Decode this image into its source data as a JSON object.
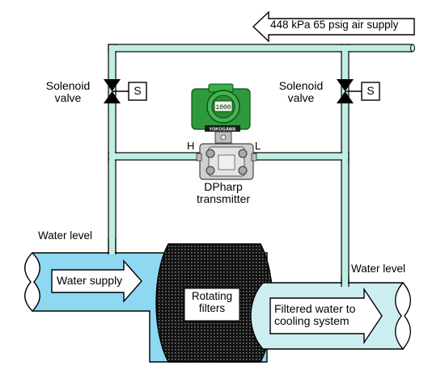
{
  "air_supply": {
    "label": "448 kPa 65 psig air supply"
  },
  "left_valve": {
    "label_line1": "Solenoid",
    "label_line2": "valve",
    "box_letter": "S"
  },
  "right_valve": {
    "label_line1": "Solenoid",
    "label_line2": "valve",
    "box_letter": "S"
  },
  "transmitter": {
    "name_line1": "DPharp",
    "name_line2": "transmitter",
    "high_port": "H",
    "low_port": "L",
    "brand": "YOKOGAWA",
    "display_value": "1000"
  },
  "water_level_left": {
    "label": "Water level"
  },
  "water_level_right": {
    "label": "Water level"
  },
  "inlet": {
    "label": "Water supply"
  },
  "filters": {
    "label_line1": "Rotating",
    "label_line2": "filters"
  },
  "outlet": {
    "label_line1": "Filtered water to",
    "label_line2": "cooling system"
  },
  "colors": {
    "pipe_fill": "#bfeee4",
    "inlet_water": "#8fd8f2",
    "outlet_water": "#cdeef0",
    "transmitter_green": "#2f9a3c",
    "transmitter_body": "#cfcfcf"
  }
}
